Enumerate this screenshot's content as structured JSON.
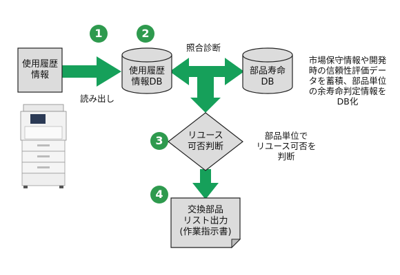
{
  "colors": {
    "arrow": "#16a05a",
    "node_fill": "#dcdcdc",
    "node_stroke": "#222222",
    "step_badge": "#2e9a4e"
  },
  "steps": [
    "1",
    "2",
    "3",
    "4"
  ],
  "nodes": {
    "usage_info": "使用履歴\n情報",
    "usage_db": "使用履歴\n情報DB",
    "parts_life_db": "部品寿命\nDB",
    "reuse_decision": "リユース\n可否判断",
    "replace_list": "交換部品\nリスト出力\n(作業指示書)"
  },
  "labels": {
    "read_out": "読み出し",
    "collation": "照合診断",
    "parts_life_note": "市場保守情報や開発\n時の信頼性評価デー\nタを蓄積、部品単位\nの余寿命判定情報を\nDB化",
    "reuse_note": "部品単位で\nリユース可否を\n判断"
  },
  "icons": {
    "printer": "multifunction-printer"
  }
}
